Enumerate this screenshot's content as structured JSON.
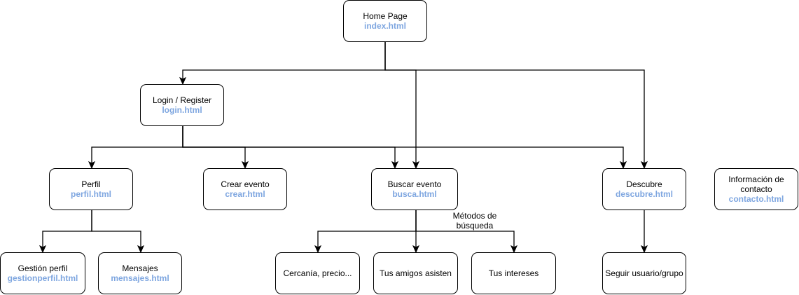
{
  "colors": {
    "link": "#7ea6e0",
    "border": "#000000",
    "background": "#ffffff"
  },
  "nodes": {
    "home": {
      "title": "Home Page",
      "file": "index.html"
    },
    "login": {
      "title": "Login / Register",
      "file": "login.html"
    },
    "perfil": {
      "title": "Perfil",
      "file": "perfil.html"
    },
    "crear": {
      "title": "Crear evento",
      "file": "crear.html"
    },
    "buscar": {
      "title": "Buscar evento",
      "file": "busca.html"
    },
    "descubre": {
      "title": "Descubre",
      "file": "descubre.html"
    },
    "contacto": {
      "title_line1": "Información de",
      "title_line2": "contacto",
      "file": "contacto.html"
    },
    "gestion": {
      "title": "Gestión perfil",
      "file": "gestionperfil.html"
    },
    "mensajes": {
      "title": "Mensajes",
      "file": "mensajes.html"
    },
    "cercania": {
      "title": "Cercanía, precio..."
    },
    "amigos": {
      "title": "Tus amigos asisten"
    },
    "intereses": {
      "title": "Tus intereses"
    },
    "seguir": {
      "title": "Seguir usuario/grupo"
    }
  },
  "edge_labels": {
    "metodos_line1": "Métodos de",
    "metodos_line2": "búsqueda"
  }
}
